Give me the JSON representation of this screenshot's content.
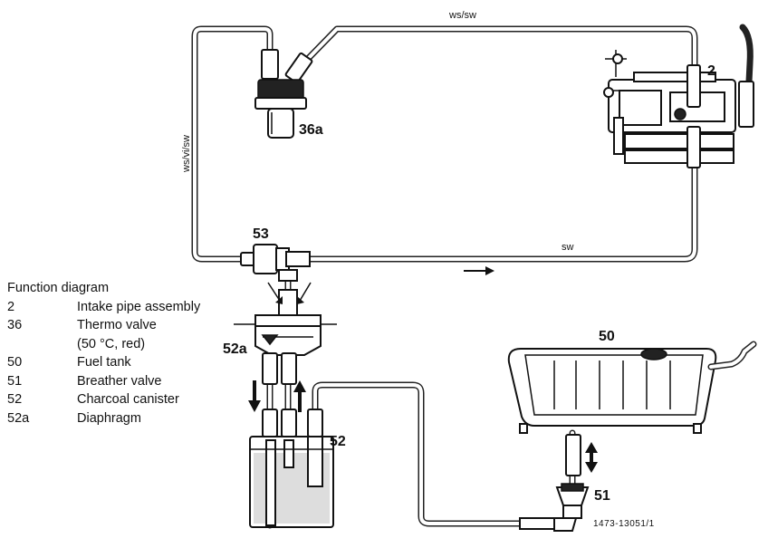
{
  "legend": {
    "title": "Function diagram",
    "items": [
      {
        "num": "2",
        "label": "Intake pipe assembly"
      },
      {
        "num": "36",
        "label": "Thermo valve"
      },
      {
        "num": "",
        "label": "(50 °C, red)"
      },
      {
        "num": "50",
        "label": "Fuel tank"
      },
      {
        "num": "51",
        "label": "Breather valve"
      },
      {
        "num": "52",
        "label": "Charcoal canister"
      },
      {
        "num": "52a",
        "label": "Diaphragm"
      }
    ]
  },
  "callouts": {
    "c2": "2",
    "c36a": "36a",
    "c53": "53",
    "c52a": "52a",
    "c52": "52",
    "c50": "50",
    "c51": "51"
  },
  "hose_labels": {
    "top": "ws/sw",
    "left": "ws/vi/sw",
    "right": "sw"
  },
  "figure_code": "1473-13051/1"
}
